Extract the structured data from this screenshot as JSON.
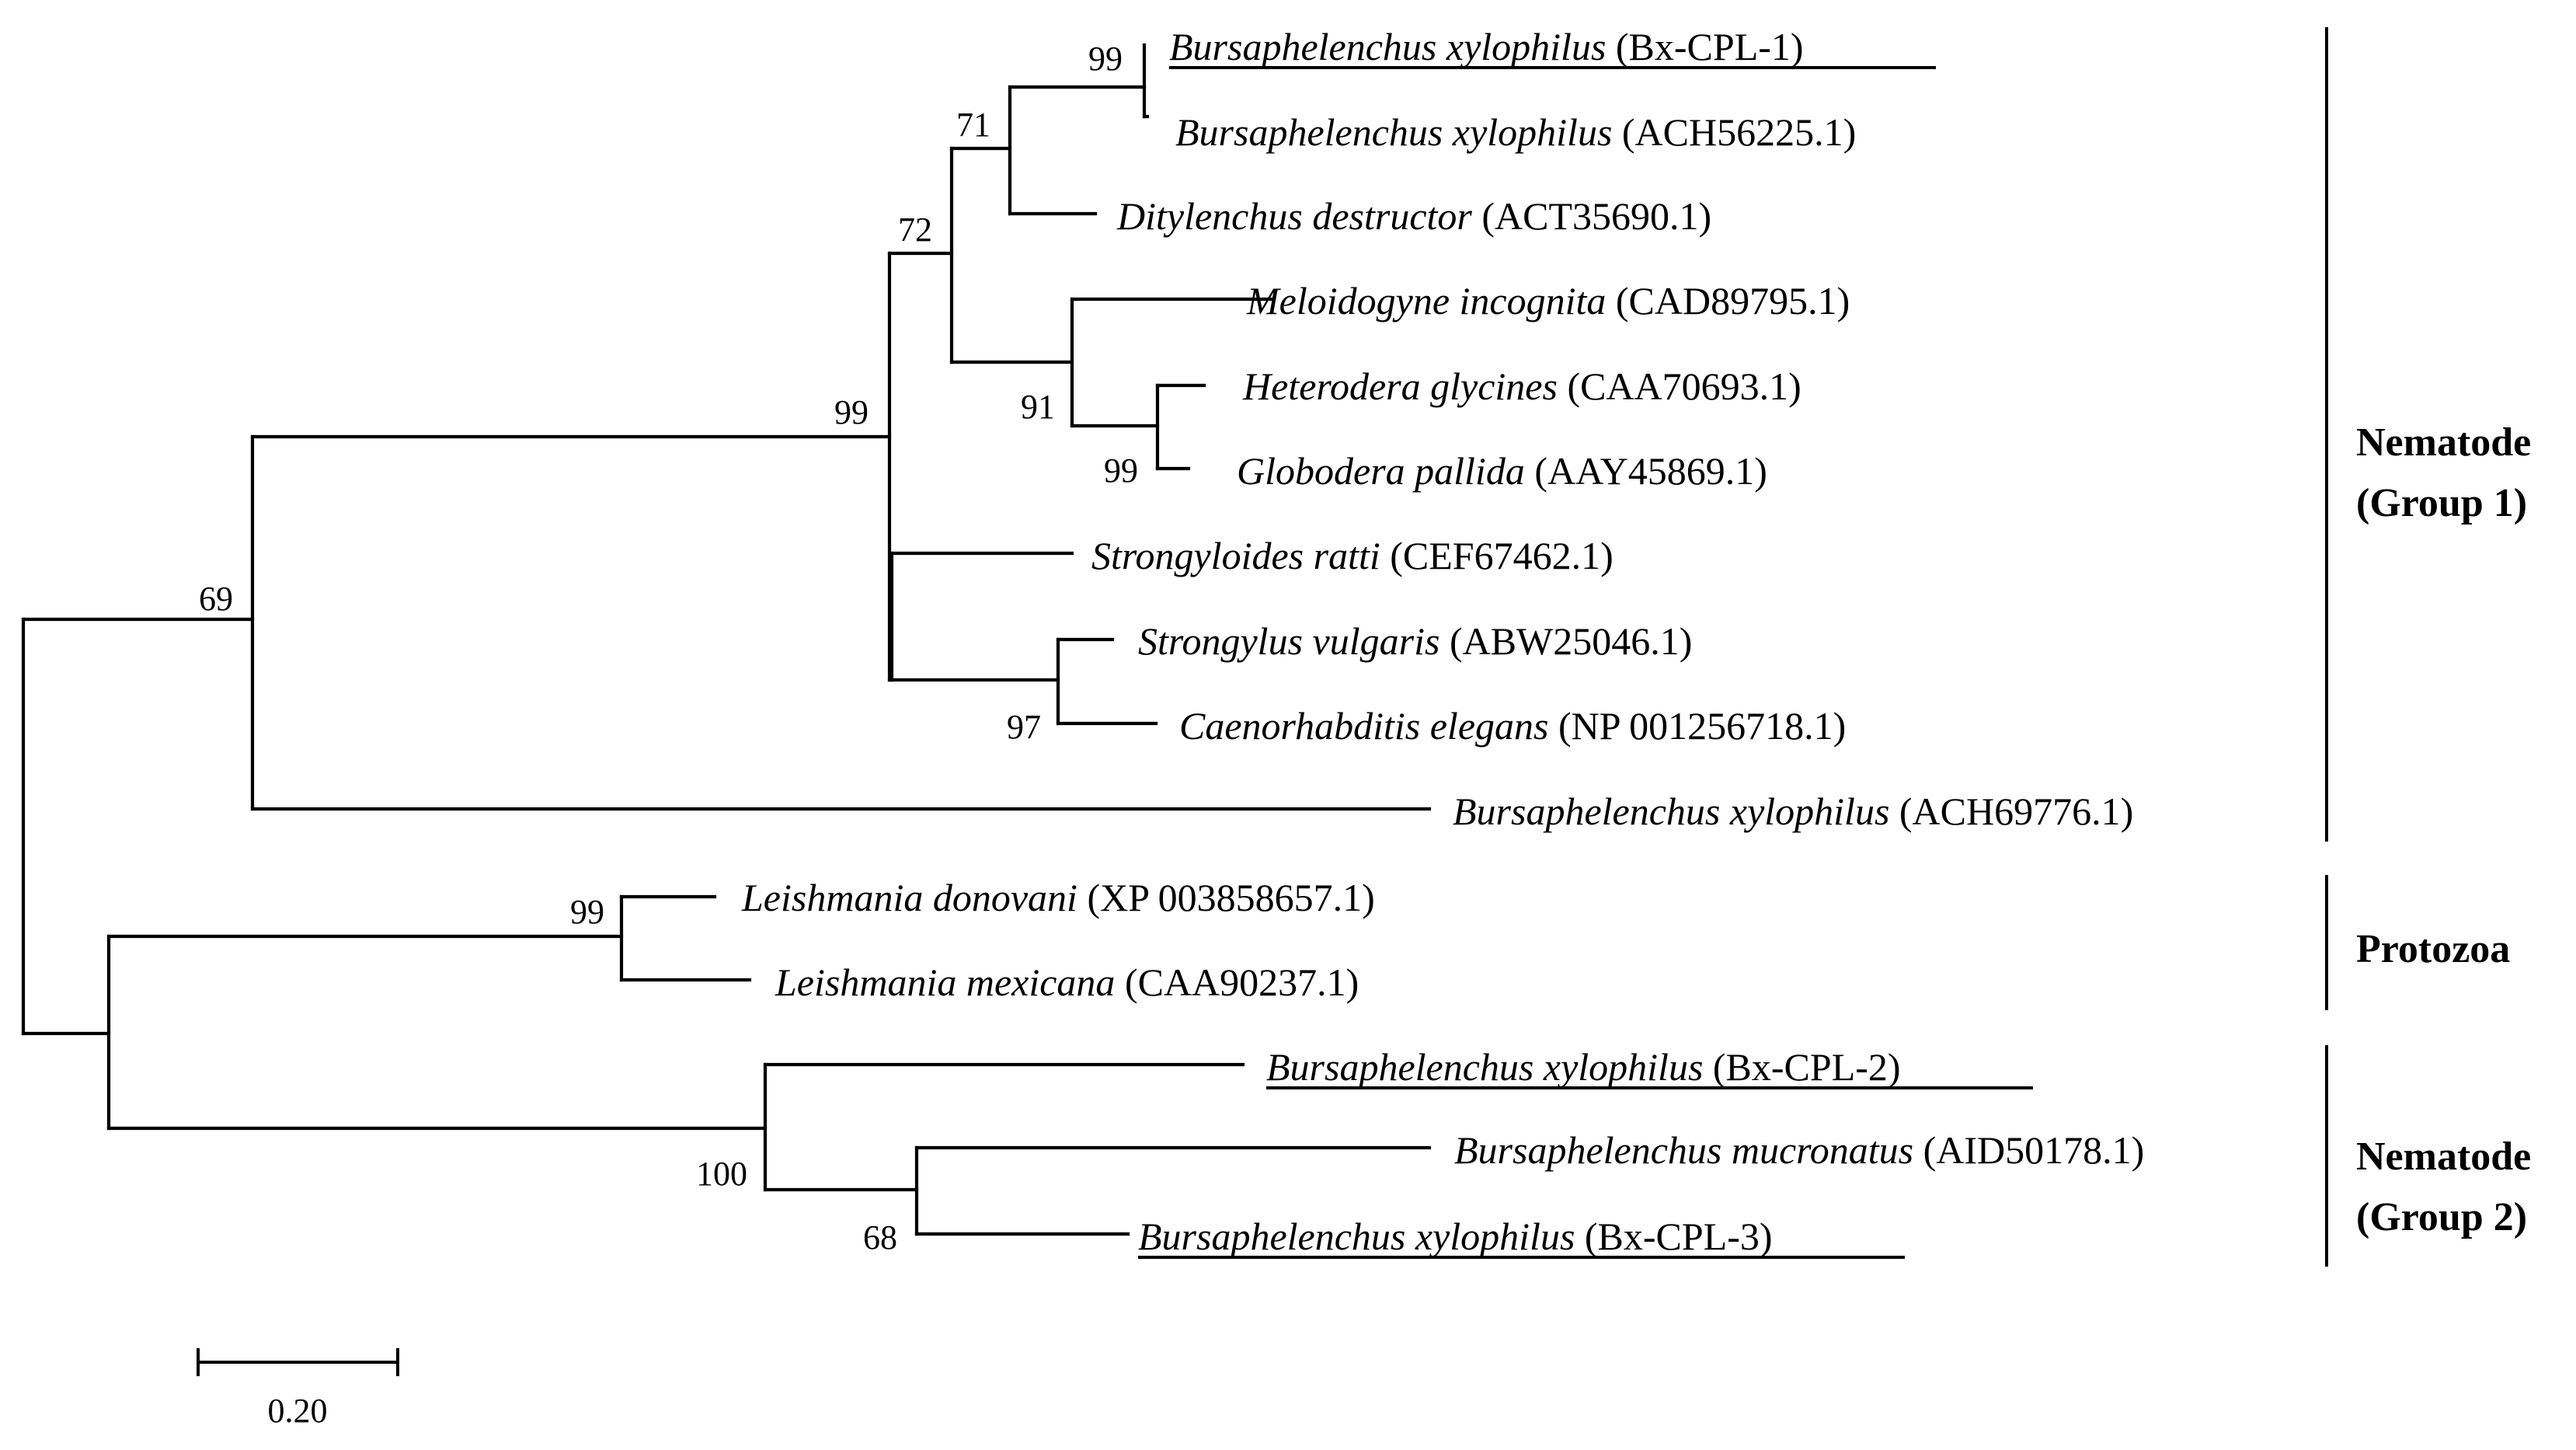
{
  "taxa": [
    {
      "species": "Bursaphelenchus xylophilus",
      "accession": "(Bx-CPL-1)",
      "underline": true
    },
    {
      "species": "Bursaphelenchus xylophilus",
      "accession": "(ACH56225.1)",
      "underline": false
    },
    {
      "species": "Ditylenchus destructor",
      "accession": "(ACT35690.1)",
      "underline": false
    },
    {
      "species": "Meloidogyne incognita",
      "accession": "(CAD89795.1)",
      "underline": false
    },
    {
      "species": "Heterodera glycines",
      "accession": "(CAA70693.1)",
      "underline": false
    },
    {
      "species": "Globodera pallida",
      "accession": "(AAY45869.1)",
      "underline": false
    },
    {
      "species": "Strongyloides ratti",
      "accession": "(CEF67462.1)",
      "underline": false
    },
    {
      "species": "Strongylus vulgaris",
      "accession": "(ABW25046.1)",
      "underline": false
    },
    {
      "species": "Caenorhabditis elegans",
      "accession": "(NP 001256718.1)",
      "underline": false
    },
    {
      "species": "Bursaphelenchus xylophilus",
      "accession": "(ACH69776.1)",
      "underline": false
    },
    {
      "species": "Leishmania donovani",
      "accession": "(XP 003858657.1)",
      "underline": false
    },
    {
      "species": "Leishmania mexicana",
      "accession": "(CAA90237.1)",
      "underline": false
    },
    {
      "species": "Bursaphelenchus xylophilus",
      "accession": "(Bx-CPL-2)",
      "underline": true
    },
    {
      "species": "Bursaphelenchus mucronatus",
      "accession": "(AID50178.1)",
      "underline": false
    },
    {
      "species": "Bursaphelenchus xylophilus",
      "accession": "(Bx-CPL-3)",
      "underline": true
    }
  ],
  "bootstrap": {
    "bx_ach56225": "99",
    "bxach_ditylenchus": "71",
    "upper_clade": "72",
    "heterodera_globodera": "99",
    "meloidogyne_clade": "91",
    "nematode_core": "99",
    "strongylus_caeno": "97",
    "group1": "69",
    "leishmania": "99",
    "group2": "100",
    "mucronatus_cpl3": "68"
  },
  "groups": [
    {
      "line1": "Nematode",
      "line2": "(Group 1)"
    },
    {
      "line1": "Protozoa"
    },
    {
      "line1": "Nematode",
      "line2": "(Group 2)"
    }
  ],
  "scale": {
    "value": 0.2,
    "label": "0.20"
  }
}
